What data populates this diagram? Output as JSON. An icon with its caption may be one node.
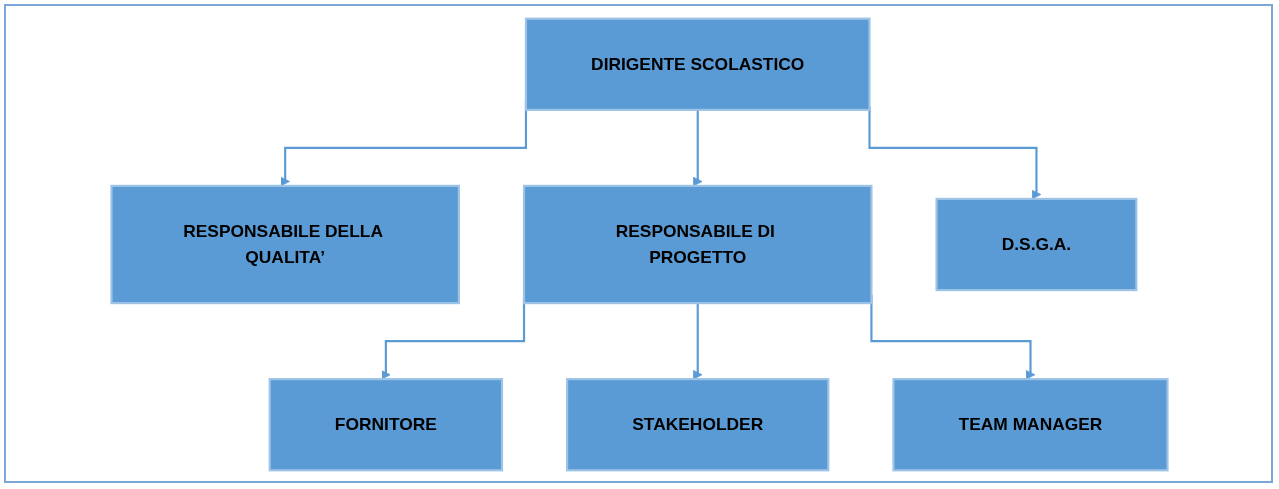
{
  "diagram": {
    "nodes": [
      {
        "text": [
          "DIRIGENTE SCOLASTICO"
        ]
      },
      {
        "text": [
          "RESPONSABILE DELLA QUALITA’"
        ]
      },
      {
        "text": [
          "RESPONSABILE DI PROGETTO"
        ]
      },
      {
        "text": [
          "D.S.G.A."
        ]
      },
      {
        "text": [
          "FORNITORE"
        ]
      },
      {
        "text": [
          "STAKEHOLDER"
        ]
      },
      {
        "text": [
          "TEAM MANAGER"
        ]
      }
    ],
    "edges": [
      {
        "from": 0,
        "to": 1,
        "arrow": "to"
      },
      {
        "from": 0,
        "to": 2,
        "arrow": "to"
      },
      {
        "from": 0,
        "to": 3,
        "arrow": "to"
      },
      {
        "from": 2,
        "to": 4,
        "arrow": "to"
      },
      {
        "from": 2,
        "to": 5,
        "arrow": "to"
      },
      {
        "from": 2,
        "to": 6,
        "arrow": "to"
      }
    ]
  }
}
